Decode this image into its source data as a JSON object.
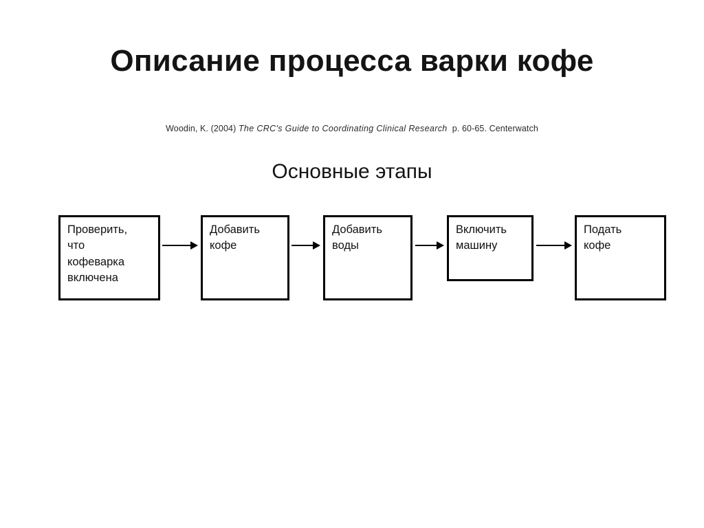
{
  "slide": {
    "title": "Описание процесса варки кофе",
    "subtitle": "Основные этапы",
    "background_color": "#ffffff",
    "text_color": "#141414",
    "stroke_color": "#000000"
  },
  "citation": {
    "author_year": "Woodin, K. (2004)",
    "work_title": "The CRC's Guide to Coordinating Clinical Research",
    "pages_publisher": "p. 60-65. Centerwatch"
  },
  "flow": {
    "orientation": "left-to-right",
    "node_count": 5,
    "arrow_count": 4,
    "nodes": [
      {
        "id": "step-1",
        "label": "Проверить,\nчто\nкофеварка\nвключена",
        "order": 1
      },
      {
        "id": "step-2",
        "label": "Добавить\nкофе",
        "order": 2
      },
      {
        "id": "step-3",
        "label": "Добавить\nводы",
        "order": 3
      },
      {
        "id": "step-4",
        "label": "Включить\nмашину",
        "order": 4
      },
      {
        "id": "step-5",
        "label": "Подать\nкофе",
        "order": 5
      }
    ],
    "arrows": [
      {
        "id": "arrow-1",
        "from": "step-1",
        "to": "step-2"
      },
      {
        "id": "arrow-2",
        "from": "step-2",
        "to": "step-3"
      },
      {
        "id": "arrow-3",
        "from": "step-3",
        "to": "step-4"
      },
      {
        "id": "arrow-4",
        "from": "step-4",
        "to": "step-5"
      }
    ]
  }
}
